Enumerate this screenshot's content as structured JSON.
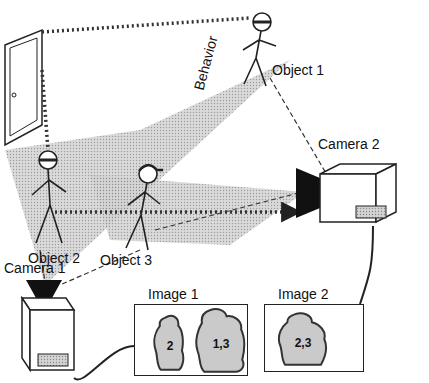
{
  "diagram": {
    "nodes": [
      {
        "text": [
          "Camera 1"
        ]
      },
      {
        "text": [
          "Image 1"
        ]
      },
      {
        "text": [
          "2"
        ],
        "in": 1
      },
      {
        "text": [
          "1,3"
        ],
        "in": 1
      },
      {
        "text": [
          "Image 2"
        ]
      },
      {
        "text": [
          "2,3"
        ],
        "in": 4
      },
      {
        "text": [
          "Camera 2"
        ]
      }
    ],
    "edges": [
      {
        "from": 0,
        "to": 1,
        "arrow": "none"
      },
      {
        "from": 6,
        "to": 4,
        "arrow": "none"
      }
    ],
    "labels": [
      "Behavior",
      "Object 1",
      "Object 2",
      "Object 3"
    ]
  }
}
